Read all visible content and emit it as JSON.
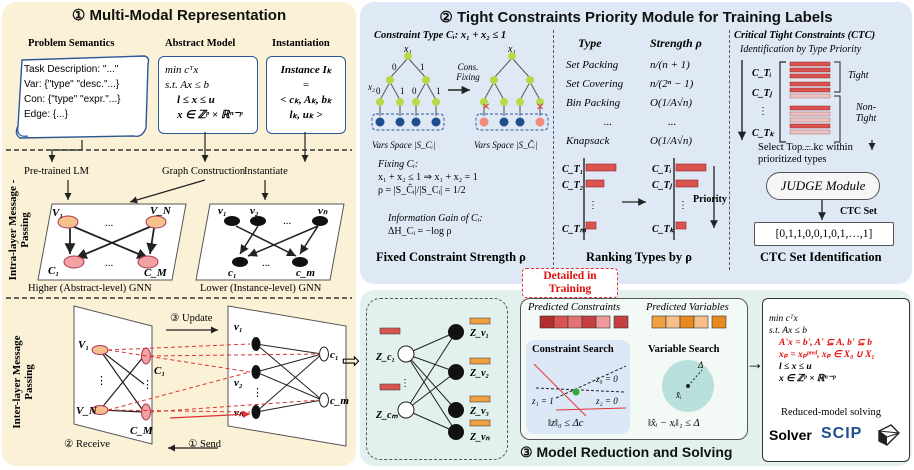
{
  "panel1": {
    "title": "① Multi-Modal Representation",
    "col_semantics": "Problem Semantics",
    "col_abstract": "Abstract Model",
    "col_instance": "Instantiation",
    "scroll_lines": [
      "Task Description: \"...\"",
      "Var: {\"type\" \"desc.\"...}",
      "Con: {\"type\" \"expr.\"...}",
      "Edge: {...}"
    ],
    "abstract_lines": [
      "min cᵀx",
      "s.t. Ax ≤ b",
      "l ≤ x ≤ u",
      "x ∈ ℤᵖ × ℝⁿ⁻ᵖ"
    ],
    "instance_lines": [
      "Instance Iₖ",
      "=",
      "< cₖ, Aₖ, bₖ",
      "lₖ, uₖ >"
    ],
    "step_lm": "Pre-trained LM",
    "step_graph": "Graph Construction",
    "step_inst": "Instantiate",
    "intra_label": "Intra-layer Message -Passing",
    "higher_gnn": "Higher (Abstract-level) GNN",
    "lower_gnn": "Lower (Instance-level) GNN",
    "inter_label": "Inter-layer Message Passing",
    "update": "③ Update",
    "receive": "② Receive",
    "send": "① Send"
  },
  "panel2": {
    "title": "② Tight Constraints Priority Module for Training Labels",
    "ctype": "Constraint Type Cᵢ: x₁ + x₂ ≤ 1",
    "cons_fixing": "Cons. Fixing",
    "vars_space_a": "Vars Space |S_Cᵢ|",
    "vars_space_b": "Vars Space |S_Ĉᵢ|",
    "fixing_lines": [
      "Fixing Cᵢ:",
      "x₁ + x₂ ≤ 1 ⇒ x₁ + x₂ = 1",
      "ρ = |S_Ĉᵢ|/|S_Cᵢ| = 1/2"
    ],
    "info_gain": [
      "Information Gain of Cᵢ:",
      "ΔH_Cᵢ = −log ρ"
    ],
    "fixed_strength": "Fixed Constraint Strength ρ",
    "type_header": "Type",
    "strength_header": "Strength ρ",
    "types": [
      {
        "name": "Set Packing",
        "strength": "n/(n + 1)"
      },
      {
        "name": "Set Covering",
        "strength": "n/(2ⁿ − 1)"
      },
      {
        "name": "Bin Packing",
        "strength": "O(1/A√n)"
      },
      {
        "name": "...",
        "strength": "..."
      },
      {
        "name": "Knapsack",
        "strength": "O(1/A√n)"
      }
    ],
    "priority": "Priority",
    "ranking": "Ranking Types by ρ",
    "ctc_title": "Critical Tight Constraints (CTC)",
    "ctc_sub": "Identification by Type Priority",
    "tight": "Tight",
    "non_tight": "Non-Tight",
    "select": "Select Top − kc within prioritized types",
    "judge": "JUDGE Module",
    "ctc_set": "CTC Set",
    "ctc_vector": "[0,1,1,0,0,1,0,1,…,1]",
    "ctc_ident": "CTC Set Identification"
  },
  "panel3": {
    "detailed": "Detailed in Training",
    "pred_cons": "Predicted Constraints",
    "pred_vars": "Predicted Variables",
    "cons_search": "Constraint Search",
    "var_search": "Variable Search",
    "z0": "z₀ = 0",
    "z1": "z₁ = 1",
    "z2": "z₂ = 0",
    "cons_norm": "‖z‖₀ ≤ Δc",
    "var_norm": "‖x̂ᵢ − xᵢ‖₁ ≤ Δ",
    "title": "③ Model Reduction and Solving",
    "reduced_lines": [
      "min cᵀx",
      "s.t. Ax ≤ b",
      "A'x = b', A' ⊆ A, b' ⊆ b",
      "xₚ = xₚᵖʳᵉᵈ, xₚ ∈ X₀ ∪ X₁",
      "l ≤ x ≤ u",
      "x ∈ ℤᵖ × ℝⁿ⁻ᵖ"
    ],
    "reduced_caption": "Reduced-model solving",
    "solver": "Solver",
    "scip": "SCIP"
  },
  "colors": {
    "panel1_bg": "#fbf1d7",
    "panel2_bg": "#dfe9f5",
    "panel3_bg": "#e3f1ee",
    "red_bar": "#d9534f",
    "orange_bar": "#f0a040",
    "pink_node": "#f2a2a2",
    "orange_node": "#f7c08a"
  }
}
